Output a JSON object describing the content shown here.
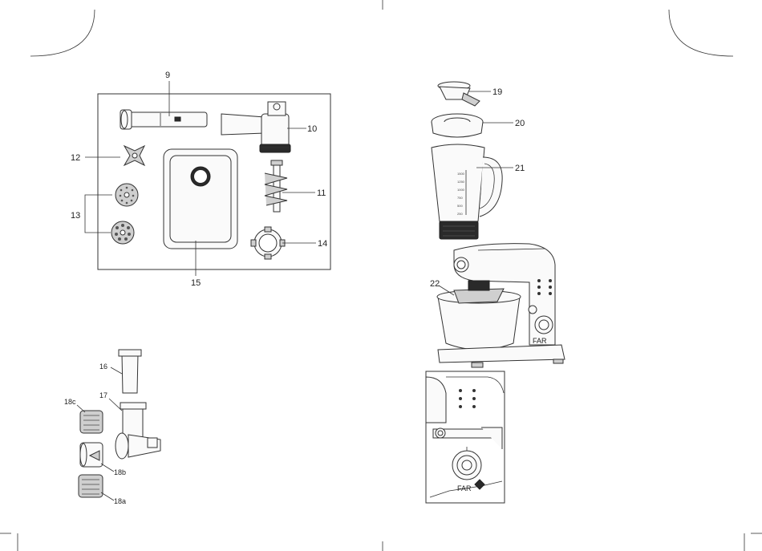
{
  "labels": {
    "p9": "9",
    "p10": "10",
    "p11": "11",
    "p12": "12",
    "p13": "13",
    "p14": "14",
    "p15": "15",
    "p16": "16",
    "p17": "17",
    "p18a": "18a",
    "p18b": "18b",
    "p18c": "18c",
    "p19": "19",
    "p20": "20",
    "p21": "21",
    "p22": "22"
  },
  "jug_scale": [
    "1500",
    "1250",
    "1000",
    "750",
    "500",
    "250"
  ],
  "brand_mark": "FAR"
}
